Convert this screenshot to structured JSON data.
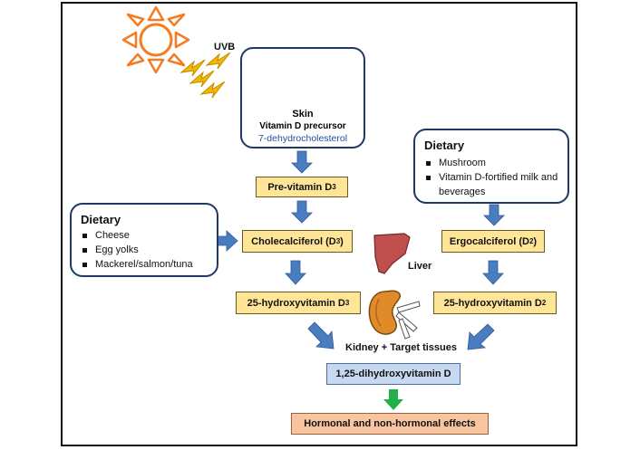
{
  "uv_label": "UVB",
  "skin": {
    "title": "Skin",
    "line1": "Vitamin D precursor",
    "line2": "7-dehydrocholesterol"
  },
  "previtamin": {
    "text": "Pre-vitamin D",
    "sub": "3"
  },
  "chole": {
    "text": "Cholecalciferol (D",
    "sub": "3",
    "tail": ")"
  },
  "hydroxy_d3": {
    "text": "25-hydroxyvitamin D",
    "sub": "3"
  },
  "ergo": {
    "text": "Ergocalciferol (D",
    "sub": "2",
    "tail": ")"
  },
  "hydroxy_d2": {
    "text": "25-hydroxyvitamin D",
    "sub": "2"
  },
  "dihydroxy": {
    "text": "1,25-dihydroxyvitamin D"
  },
  "effects": {
    "text": "Hormonal and non-hormonal effects"
  },
  "liver_label": "Liver",
  "kidney_label": "Kidney + Target tissues",
  "dietary_left": {
    "title": "Dietary",
    "items": [
      "Cheese",
      "Egg yolks",
      "Mackerel/salmon/tuna"
    ]
  },
  "dietary_right": {
    "title": "Dietary",
    "items": [
      "Mushroom",
      "Vitamin D-fortified milk and beverages"
    ]
  },
  "colors": {
    "arrow": "#4a7cc0",
    "green_arrow": "#22b04b",
    "yellow_box": "#ffe597",
    "blue_box": "#c6d9f0",
    "orange_box": "#f7c59f",
    "liver": "#c0504d",
    "sun": "#f57c20",
    "lightning": "#f5b800"
  },
  "icons": [
    "sun-icon",
    "lightning-icon",
    "skin-layers-icon",
    "liver-icon",
    "kidney-icon"
  ]
}
